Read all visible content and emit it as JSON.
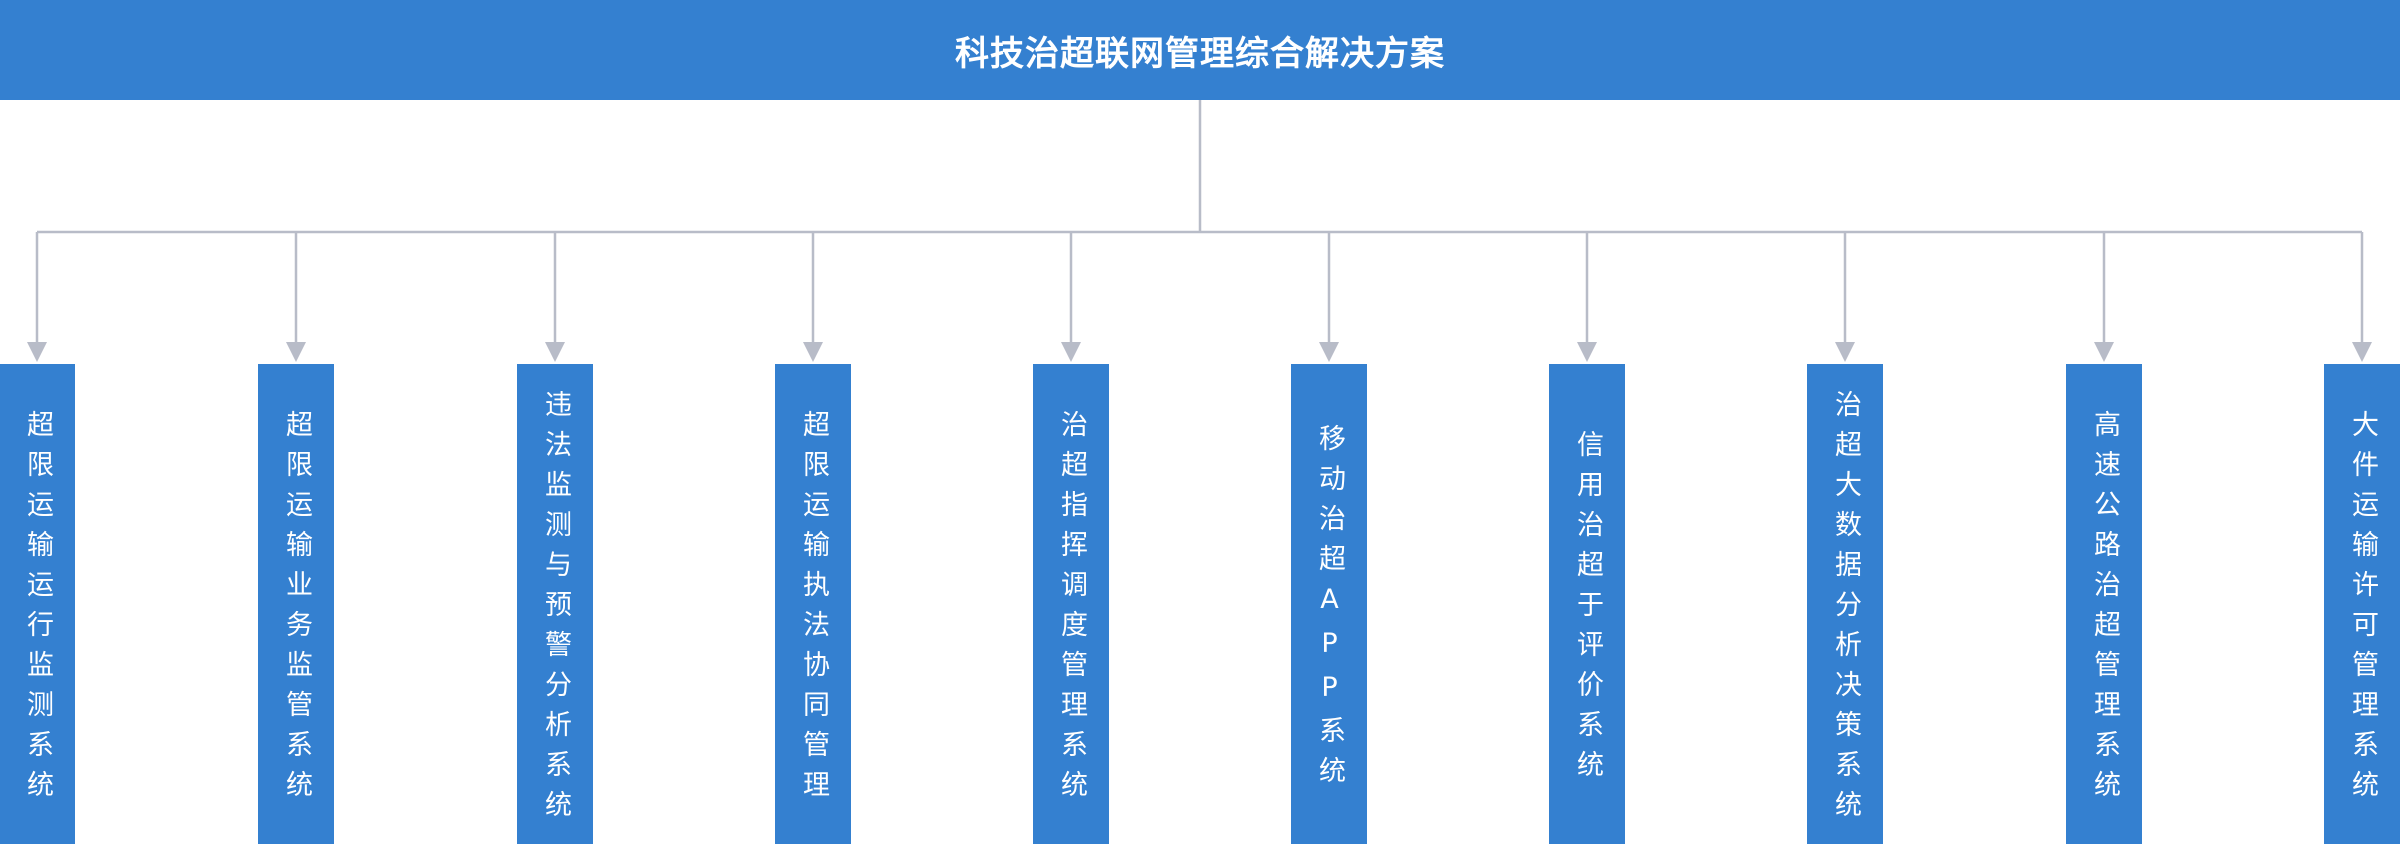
{
  "root": {
    "title": "科技治超联网管理综合解决方案"
  },
  "colors": {
    "box": "#3480d0",
    "text": "#ffffff",
    "connector": "#b8bcc8"
  },
  "systems": [
    {
      "label": "超限运输运行监测系统"
    },
    {
      "label": "超限运输业务监管系统"
    },
    {
      "label": "违法监测与预警分析系统"
    },
    {
      "label": "超限运输执法协同管理"
    },
    {
      "label": "治超指挥调度管理系统"
    },
    {
      "label": "移动治超APP系统"
    },
    {
      "label": "信用治超于评价系统"
    },
    {
      "label": "治超大数据分析决策系统"
    },
    {
      "label": "高速公路治超管理系统"
    },
    {
      "label": "大件运输许可管理系统"
    }
  ]
}
